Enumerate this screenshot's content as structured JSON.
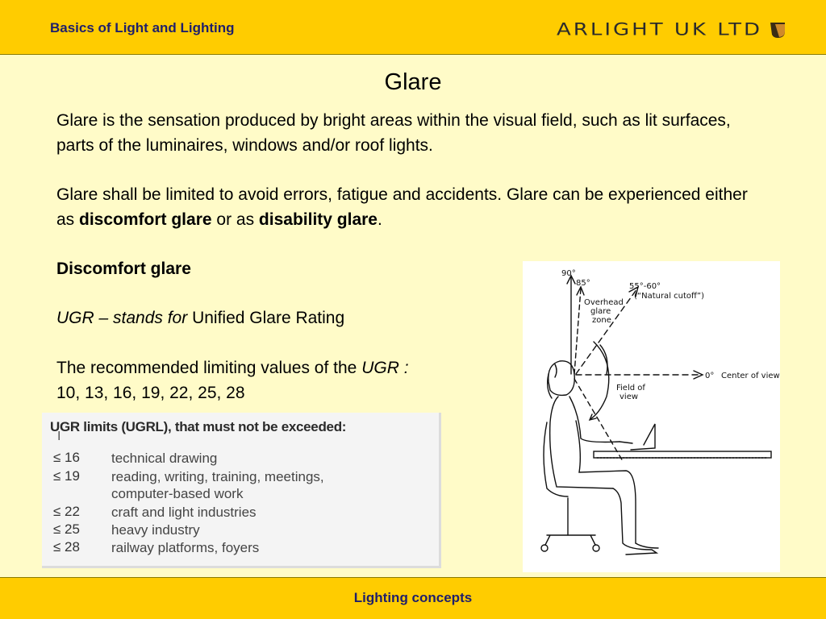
{
  "header": {
    "deck_title": "Basics of Light and Lighting",
    "logo_text": "ARLIGHT UK LTD"
  },
  "slide": {
    "title": "Glare",
    "para1": "Glare is the sensation produced by bright areas within the visual field, such as lit surfaces, parts of the luminaires, windows and/or roof lights.",
    "para2_start": "Glare shall be limited to avoid errors, fatigue and accidents. Glare can be experienced either as ",
    "para2_bold1": "discomfort glare",
    "para2_mid": " or as ",
    "para2_bold2": "disability glare",
    "para2_end": ".",
    "subheading": "Discomfort glare",
    "ugr_abbr": "UGR",
    "ugr_stands": " – stands for ",
    "ugr_full": "Unified Glare Rating",
    "rec_text": "The recommended limiting values of the ",
    "rec_ugr": "UGR :",
    "rec_values": "10, 13, 16, 19, 22, 25, 28"
  },
  "ugr_table": {
    "heading": "UGR limits (UGRL), that must not be exceeded:",
    "rows": [
      {
        "limit": "≤ 16",
        "desc": "technical drawing"
      },
      {
        "limit": "≤ 19",
        "desc": "reading, writing, training, meetings,"
      },
      {
        "limit": "",
        "desc": "computer-based work"
      },
      {
        "limit": "≤ 22",
        "desc": "craft and light industries"
      },
      {
        "limit": "≤ 25",
        "desc": "heavy industry"
      },
      {
        "limit": "≤ 28",
        "desc": "railway platforms, foyers"
      }
    ]
  },
  "figure": {
    "label_90": "90°",
    "label_85": "85°",
    "label_55_60": "55°-60°",
    "label_natural_cutoff": "(“Natural cutoff”)",
    "label_overhead_1": "Overhead",
    "label_overhead_2": "glare",
    "label_overhead_3": "zone",
    "label_0": "0°",
    "label_center": "Center of view",
    "label_fov_1": "Field of",
    "label_fov_2": "view"
  },
  "footer": {
    "text": "Lighting concepts"
  }
}
